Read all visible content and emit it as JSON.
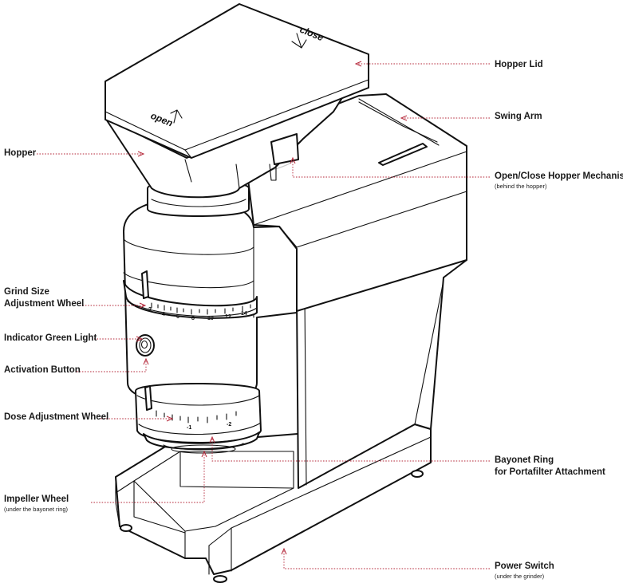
{
  "lid_text": {
    "close": "close",
    "open": "open"
  },
  "grind_scale": [
    "2",
    "4",
    "6",
    "8",
    "10",
    "12",
    "14"
  ],
  "dose_scale": [
    "-1",
    "-2"
  ],
  "labels": {
    "hopper_lid": {
      "title": "Hopper Lid"
    },
    "swing_arm": {
      "title": "Swing Arm"
    },
    "hopper": {
      "title": "Hopper"
    },
    "mechanism": {
      "title": "Open/Close Hopper Mechanism",
      "note": "(behind the hopper)"
    },
    "grind_wheel": {
      "line1": "Grind Size",
      "line2": "Adjustment Wheel"
    },
    "green_light": {
      "title": "Indicator Green Light"
    },
    "activation": {
      "title": "Activation Button"
    },
    "dose_wheel": {
      "title": "Dose Adjustment Wheel"
    },
    "bayonet": {
      "line1": "Bayonet Ring",
      "line2": "for Portafilter Attachment"
    },
    "impeller": {
      "title": "Impeller Wheel",
      "note": "(under the bayonet ring)"
    },
    "power": {
      "title": "Power Switch",
      "note": "(under the grinder)"
    }
  },
  "colors": {
    "leader": "#b5283a",
    "ink": "#111111"
  }
}
